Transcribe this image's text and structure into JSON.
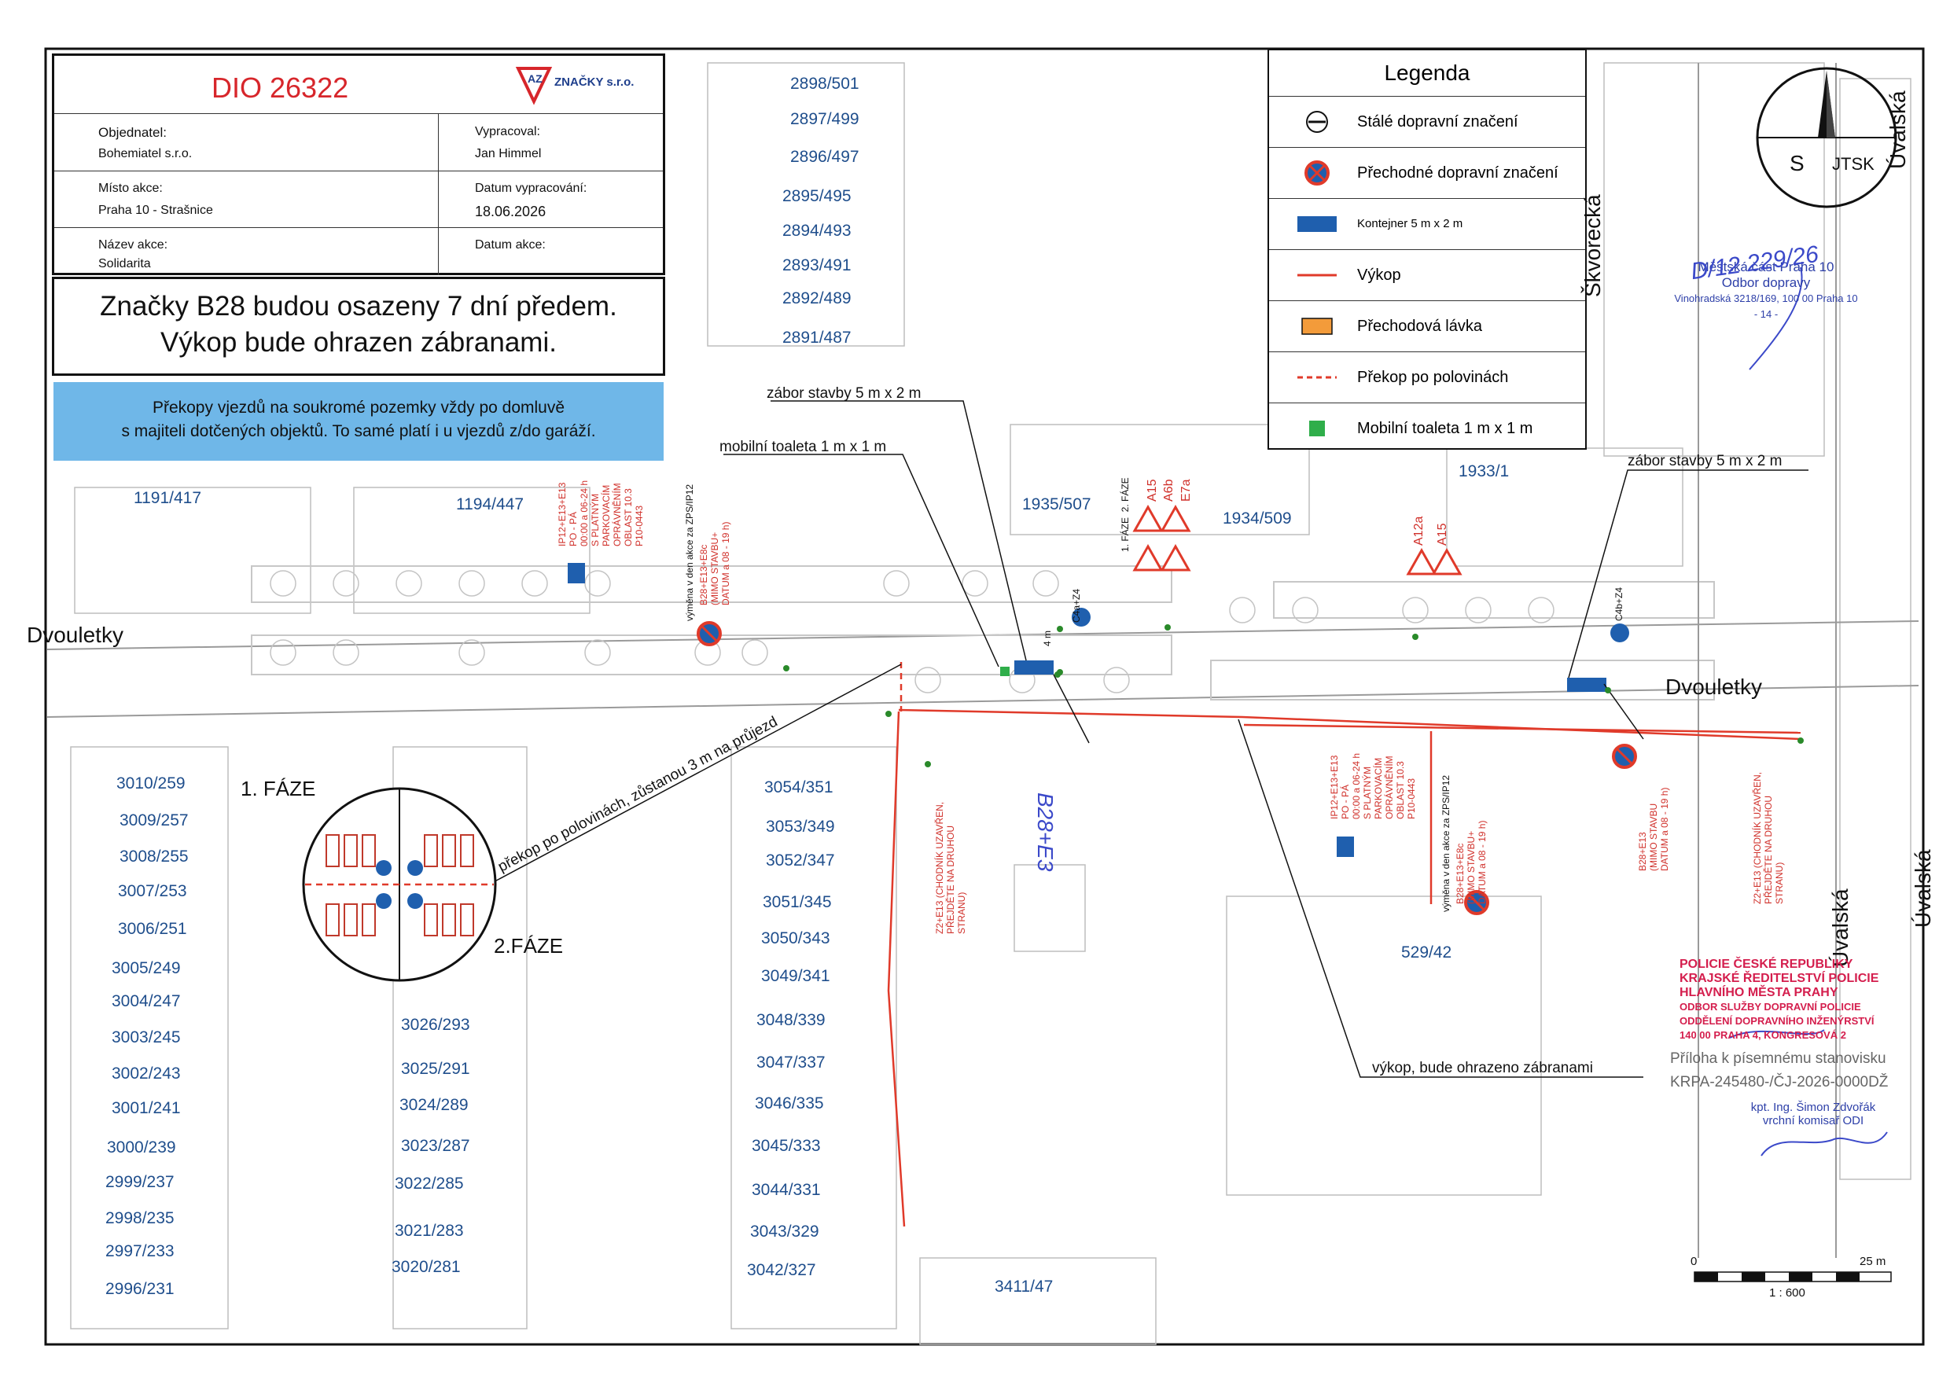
{
  "header": {
    "dio_number": "DIO 26322",
    "logo_text": "AZ ZNAČKY s.r.o.",
    "objednatel_label": "Objednatel:",
    "objednatel_value": "Bohemiatel s.r.o.",
    "vypracoval_label": "Vypracoval:",
    "vypracoval_value": "Jan Himmel",
    "misto_label": "Místo akce:",
    "misto_value": "Praha 10 - Strašnice",
    "datum_vyp_label": "Datum vypracování:",
    "datum_vyp_value": "18.06.2026",
    "nazev_label": "Název akce:",
    "nazev_value": "Solidarita",
    "datum_akce_label": "Datum akce:"
  },
  "notes": {
    "line1": "Značky B28 budou osazeny 7 dní předem.",
    "line2": "Výkop bude ohrazen zábranami.",
    "blue1": "Překopy vjezdů na soukromé pozemky vždy po domluvě",
    "blue2": "s majiteli dotčených objektů. To samé platí i u vjezdů  z/do garáží."
  },
  "legend": {
    "title": "Legenda",
    "items": [
      {
        "label": "Stálé dopravní značení",
        "icon": "permanent-sign-icon"
      },
      {
        "label": "Přechodné dopravní značení",
        "icon": "temporary-sign-icon"
      },
      {
        "label": "Kontejner 5 m x 2 m",
        "icon": "container-icon"
      },
      {
        "label": "Výkop",
        "icon": "excavation-line-icon"
      },
      {
        "label": "Přechodová lávka",
        "icon": "footbridge-icon"
      },
      {
        "label": "Překop po polovinách",
        "icon": "half-crossing-line-icon"
      },
      {
        "label": "Mobilní toaleta 1 m x 1 m",
        "icon": "toilet-icon"
      }
    ]
  },
  "colors": {
    "container": "#1f5fae",
    "excavation": "#e03a2a",
    "footbridge": "#f39b3a",
    "toilet": "#2fae4a",
    "parcel_text": "#1f4e8c",
    "blue_note": "#6fb7e8",
    "stamp": "#d41e4d"
  },
  "streets": {
    "dvouletky_left": "Dvouletky",
    "dvouletky_right": "Dvouletky",
    "skvorecka": "Škvorecká",
    "uvalska_top": "Úvalská",
    "uvalska_mid": "Úvalská",
    "uvalska_edge": "Úvalská"
  },
  "parcels": {
    "top": [
      "2898/501",
      "2897/499",
      "2896/497",
      "2895/495",
      "2894/493",
      "2893/491",
      "2892/489",
      "2891/487"
    ],
    "mid": [
      "1191/417",
      "1194/447",
      "1935/507",
      "1934/509",
      "1933/1"
    ],
    "left_col": [
      "3010/259",
      "3009/257",
      "3008/255",
      "3007/253",
      "3006/251",
      "3005/249",
      "3004/247",
      "3003/245",
      "3002/243",
      "3001/241",
      "3000/239",
      "2999/237",
      "2998/235",
      "2997/233",
      "2996/231"
    ],
    "mid_col": [
      "3026/293",
      "3025/291",
      "3024/289",
      "3023/287",
      "3022/285",
      "3021/283",
      "3020/281"
    ],
    "right_col": [
      "3054/351",
      "3053/349",
      "3052/347",
      "3051/345",
      "3050/343",
      "3049/341",
      "3048/339",
      "3047/337",
      "3046/335",
      "3045/333",
      "3044/331",
      "3043/329",
      "3042/327"
    ],
    "other": [
      "529/42",
      "3411/47"
    ]
  },
  "callouts": {
    "zabor_left": "zábor stavby 5 m x 2 m",
    "toaleta": "mobilní toaleta 1 m x 1 m",
    "zabor_right": "zábor stavby 5 m x 2 m",
    "prekop": "překop po polovinách, zůstanou 3 m na průjezd",
    "vykop": "výkop, bude ohrazeno zábranami",
    "faze1": "1. FÁZE",
    "faze2": "2.FÁZE",
    "four_m": "4 m"
  },
  "signs": {
    "a15_a6b_e7a": [
      "A15",
      "A6b",
      "E7a"
    ],
    "a12a_a15": [
      "A12a",
      "A15"
    ],
    "c4a_z4": "C4a+Z4",
    "c4b_z4": "C4b+Z4",
    "phase_label": "1. FÁZE  2. FÁZE",
    "b28": "B28+E13\n(MIMO STAVBU\nDATUM a 08 - 19 h)",
    "z2": "Z2+E13 (CHODNÍK UZAVŘEN,\nPŘEJDĚTE NA DRUHOU\nSTRANU)",
    "ip12": "IP12+E13+E13\nPO - PÁ\n00:00 a 06-24 h\nS PLATNÝM\nPARKOVACÍM\nOPRÁVNĚNÍM\nOBLAST 10.3\nP10-0443",
    "zps": "výměna v den akce za ZPS/IP12",
    "b28e8c": "B28+E13+E8c\n(MIMO STAVBU+\nDATUM a 08 - 19 h)"
  },
  "authority": {
    "city_part": "Městská část Praha 10",
    "odbor": "Odbor dopravy",
    "address": "Vinohradská 3218/169, 100 00 Praha 10",
    "page": "- 14 -",
    "handwritten_top": "D/12 229/26",
    "handwritten_b28": "B28+E3",
    "police": [
      "POLICIE ČESKÉ REPUBLIKY",
      "KRAJSKÉ ŘEDITELSTVÍ POLICIE",
      "HLAVNÍHO MĚSTA PRAHY",
      "ODBOR SLUŽBY DOPRAVNÍ POLICIE",
      "ODDĚLENÍ DOPRAVNÍHO INŽENÝRSTVÍ",
      "140 00 PRAHA 4, KONGRESOVÁ 2"
    ],
    "priloha": "Příloha k písemnému stanovisku",
    "krpa": "KRPA-245480-/ČJ-2026-0000DŽ",
    "officer": "kpt. Ing. Šimon Zdvořák",
    "officer_title": "vrchní komisař ODI"
  },
  "compass": {
    "north": "S",
    "system": "JTSK"
  },
  "scale": {
    "start": "0",
    "end": "25 m",
    "ratio": "1 : 600"
  }
}
